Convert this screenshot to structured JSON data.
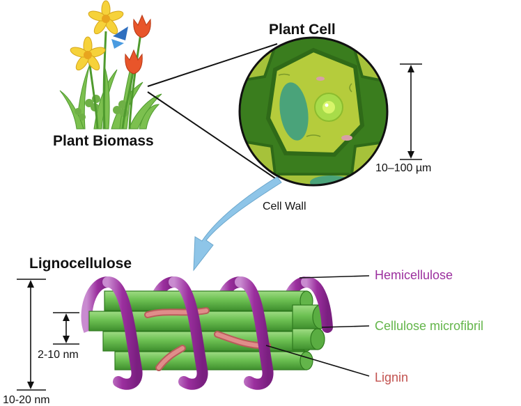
{
  "labels": {
    "plant_cell": "Plant Cell",
    "plant_biomass": "Plant Biomass",
    "cell_wall": "Cell Wall",
    "cell_size": "10–100 µm",
    "lignocellulose": "Lignocellulose",
    "hemicellulose": "Hemicellulose",
    "cellulose_microfibril": "Cellulose microfibril",
    "lignin": "Lignin",
    "fibril_size": "2-10 nm",
    "bundle_size": "10-20 nm"
  },
  "colors": {
    "hemicellulose": "#9b2f9e",
    "hemicellulose_light": "#c98bd0",
    "cellulose": "#63b54a",
    "cellulose_light": "#9fdc84",
    "cellulose_dark": "#3f8f2e",
    "lignin": "#d97a78",
    "cell_wall": "#3a7d1e",
    "cytoplasm": "#b5cc3c",
    "vacuole": "#4aa37a",
    "arrow": "#8ec5e8"
  },
  "icons": [
    "yellow-flower-icon",
    "red-tulip-icon",
    "blue-flower-icon",
    "grass-icon"
  ]
}
